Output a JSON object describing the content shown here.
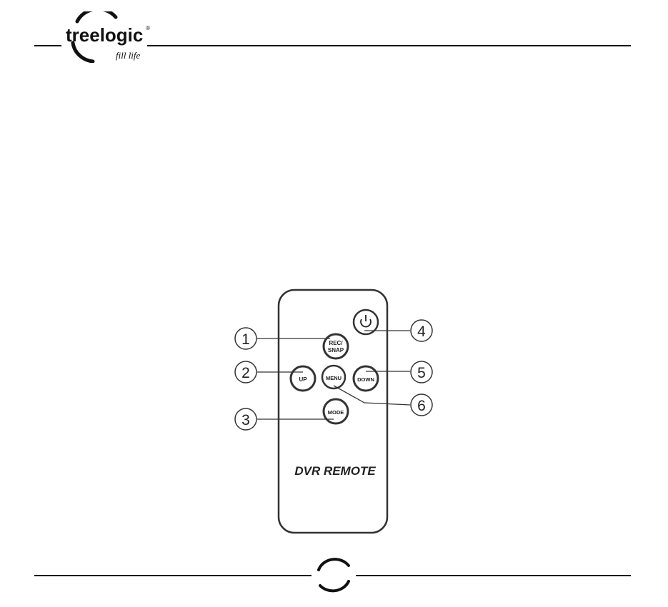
{
  "header": {
    "brand_name": "treelogic",
    "registered_mark": "®",
    "tagline": "fill life"
  },
  "figure": {
    "remote_label": "DVR REMOTE",
    "buttons": {
      "power": "power-icon",
      "rec_snap_line1": "REC/",
      "rec_snap_line2": "SNAP",
      "up": "UP",
      "menu": "MENU",
      "down": "DOWN",
      "mode": "MODE"
    },
    "callouts": [
      "1",
      "2",
      "3",
      "4",
      "5",
      "6"
    ]
  },
  "footer": {
    "page_badge": ""
  }
}
